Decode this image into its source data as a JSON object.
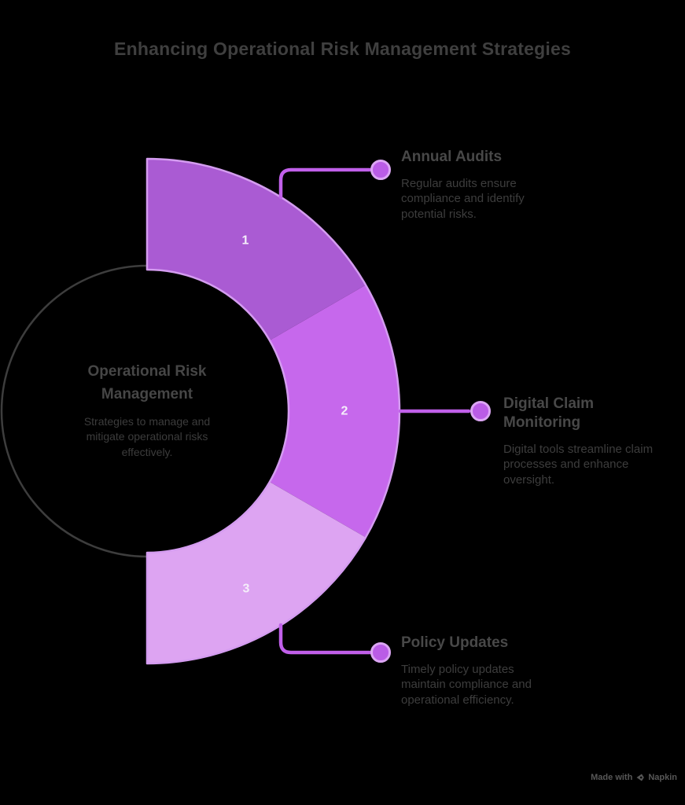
{
  "title": "Enhancing Operational Risk Management Strategies",
  "center": {
    "heading": "Operational Risk\nManagement",
    "description": "Strategies to manage and\nmitigate operational risks\neffectively."
  },
  "items": [
    {
      "number": "1",
      "heading": "Annual Audits",
      "description": "Regular audits ensure\ncompliance and identify\npotential risks."
    },
    {
      "number": "2",
      "heading": "Digital Claim\nMonitoring",
      "description": "Digital tools streamline claim\nprocesses and enhance\noversight."
    },
    {
      "number": "3",
      "heading": "Policy Updates",
      "description": "Timely policy updates\nmaintain compliance and\noperational efficiency."
    }
  ],
  "footer": {
    "made_with": "Made with",
    "brand": "Napkin"
  },
  "colors": {
    "background": "#000000",
    "segment_1": "#aa5bd3",
    "segment_2": "#c668ec",
    "segment_3": "#dda4f2",
    "donut_outline": "#d49cf0",
    "inner_circle_stroke": "#3d3d3d",
    "connector": "#c160ea",
    "dot_fill": "#ba5ce6",
    "dot_stroke": "#dca6f4",
    "number_text": "#f5eefa",
    "title_text": "#3f3f3f",
    "heading_text": "#484848",
    "body_text": "#3d3d3d",
    "footer_text": "#575757"
  }
}
